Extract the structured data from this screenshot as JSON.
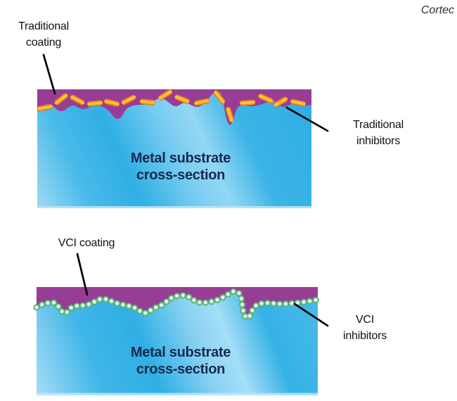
{
  "credit": "Cortec",
  "colors": {
    "coating": "#983D96",
    "substrate": "#35B1E6",
    "substrate-light": "#A6DEF7",
    "capsule-orange": "#EE7E1B",
    "capsule-yellow": "#FFD94F",
    "bead-rim": "#55AC70",
    "bead-mid": "#AEE2BE",
    "bead-core": "#F6FFF8",
    "label-text": "#121212",
    "substrate-text": "#17294E",
    "leader": "#000000"
  },
  "top_diagram": {
    "coating_label": "Traditional\ncoating",
    "inhibitors_label": "Traditional\ninhibitors",
    "substrate_label": "Metal substrate\ncross-section"
  },
  "bottom_diagram": {
    "coating_label": "VCI coating",
    "inhibitors_label": "VCI\ninhibitors",
    "substrate_label": "Metal substrate\ncross-section"
  }
}
